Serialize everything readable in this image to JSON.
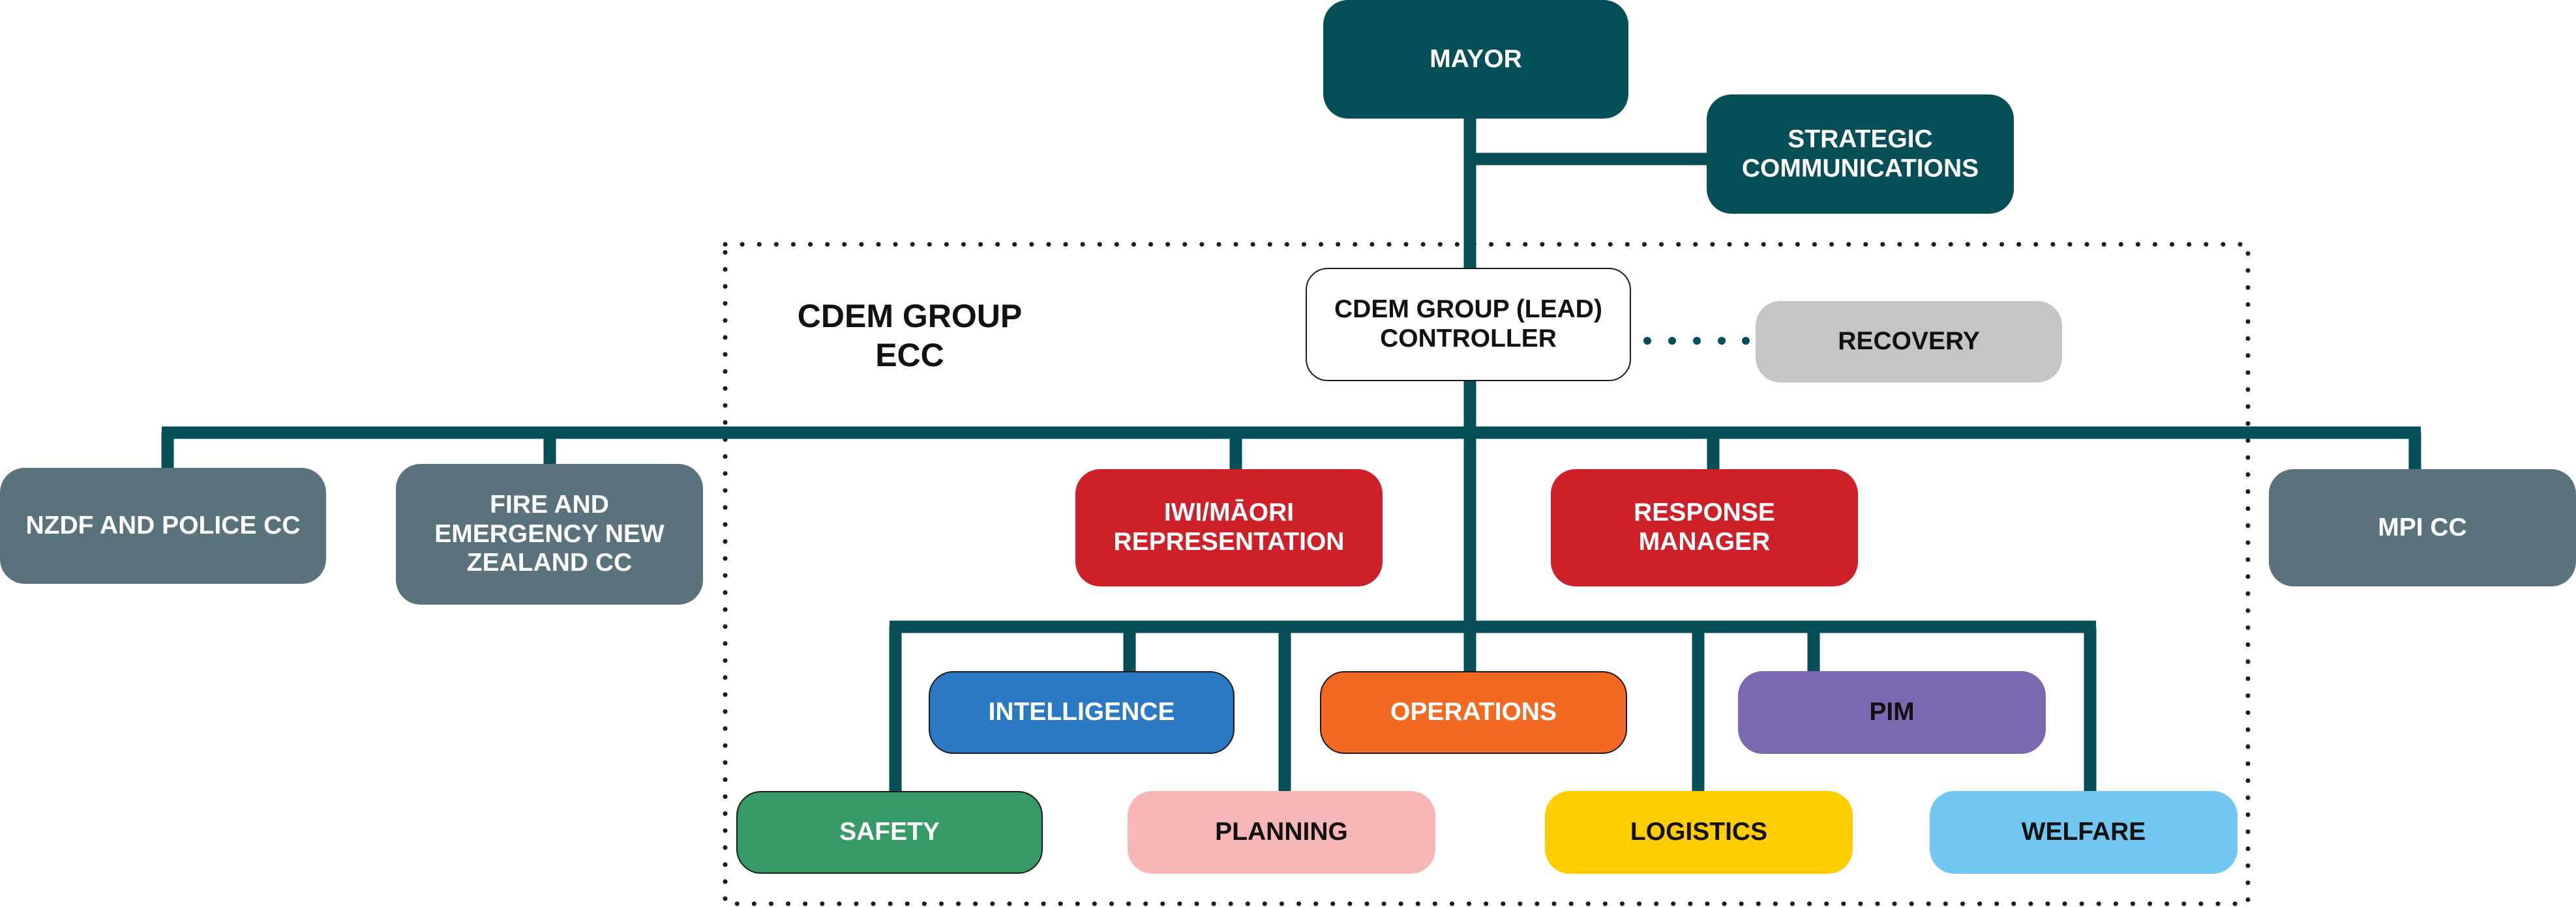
{
  "colors": {
    "connector": "#064f56",
    "boundary": "#1b1b1b",
    "teal": "#064f56",
    "slate": "#5a727b",
    "red": "#cd2028",
    "blue": "#2a79c2",
    "orange": "#f26a21",
    "purple": "#7a68b0",
    "green": "#369a66",
    "pink": "#f8b7b7",
    "yellow": "#ffcd00",
    "sky": "#72c7f1",
    "grey": "#c4c5c7"
  },
  "region_label": "CDEM GROUP\nECC",
  "nodes": {
    "mayor": "MAYOR",
    "strategic_communications": "STRATEGIC\nCOMMUNICATIONS",
    "controller": "CDEM GROUP (LEAD)\nCONTROLLER",
    "recovery": "RECOVERY",
    "nzdf_police": "NZDF AND POLICE CC",
    "fire_emergency": "FIRE AND\nEMERGENCY NEW\nZEALAND CC",
    "iwi_maori": "IWI/MĀORI\nREPRESENTATION",
    "response_manager": "RESPONSE\nMANAGER",
    "mpi": "MPI CC",
    "intelligence": "INTELLIGENCE",
    "operations": "OPERATIONS",
    "pim": "PIM",
    "safety": "SAFETY",
    "planning": "PLANNING",
    "logistics": "LOGISTICS",
    "welfare": "WELFARE"
  }
}
